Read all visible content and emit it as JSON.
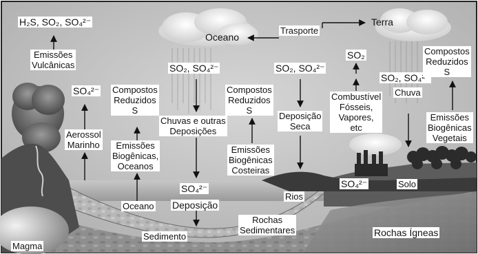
{
  "labels": {
    "top_left_gases": "H₂S, SO₂, SO₄²⁻",
    "volcanic_emissions": "Emissões\nVulcânicas",
    "sulfate_marine": "SO₄²⁻",
    "marine_aerosol": "Aerossol\nMarinho",
    "reduced_compounds_ocean": "Compostos\nReduzidos\nS",
    "biogenic_ocean": "Emissões\nBiogênicas,\nOceanos",
    "ocean_cloud": "Oceano",
    "ocean_surface": "Oceano",
    "rain_gases": "SO₂, SO₄²⁻",
    "rain_deposition": "Chuvas e outras\nDeposições",
    "deposition_sulfate": "SO₄²⁻",
    "deposition": "Deposição",
    "sediment": "Sedimento",
    "reduced_compounds_coast": "Compostos\nReduzidos\nS",
    "biogenic_coastal": "Emissões\nBiogênicas\nCosteiras",
    "dry_gases": "SO₂, SO₄²⁻",
    "dry_deposition": "Deposição\nSeca",
    "transport": "Trasporte",
    "land": "Terra",
    "so2_fuel": "SO₂",
    "fossil_fuel": "Combustível\nFósseis,\nVapores,\netc",
    "rain_gases_land": "SO₂, SO₄²⁻",
    "rain": "Chuva",
    "reduced_compounds_plants": "Compostos\nReduzidos\nS",
    "biogenic_plants": "Emissões\nBiogênicas\nVegetais",
    "rivers": "Rios",
    "soil_sulfate": "SO₄²⁻",
    "soil": "Solo",
    "sedimentary_rocks": "Rochas\nSedimentares",
    "igneous_rocks": "Rochas Ígneas",
    "magma": "Magma"
  }
}
